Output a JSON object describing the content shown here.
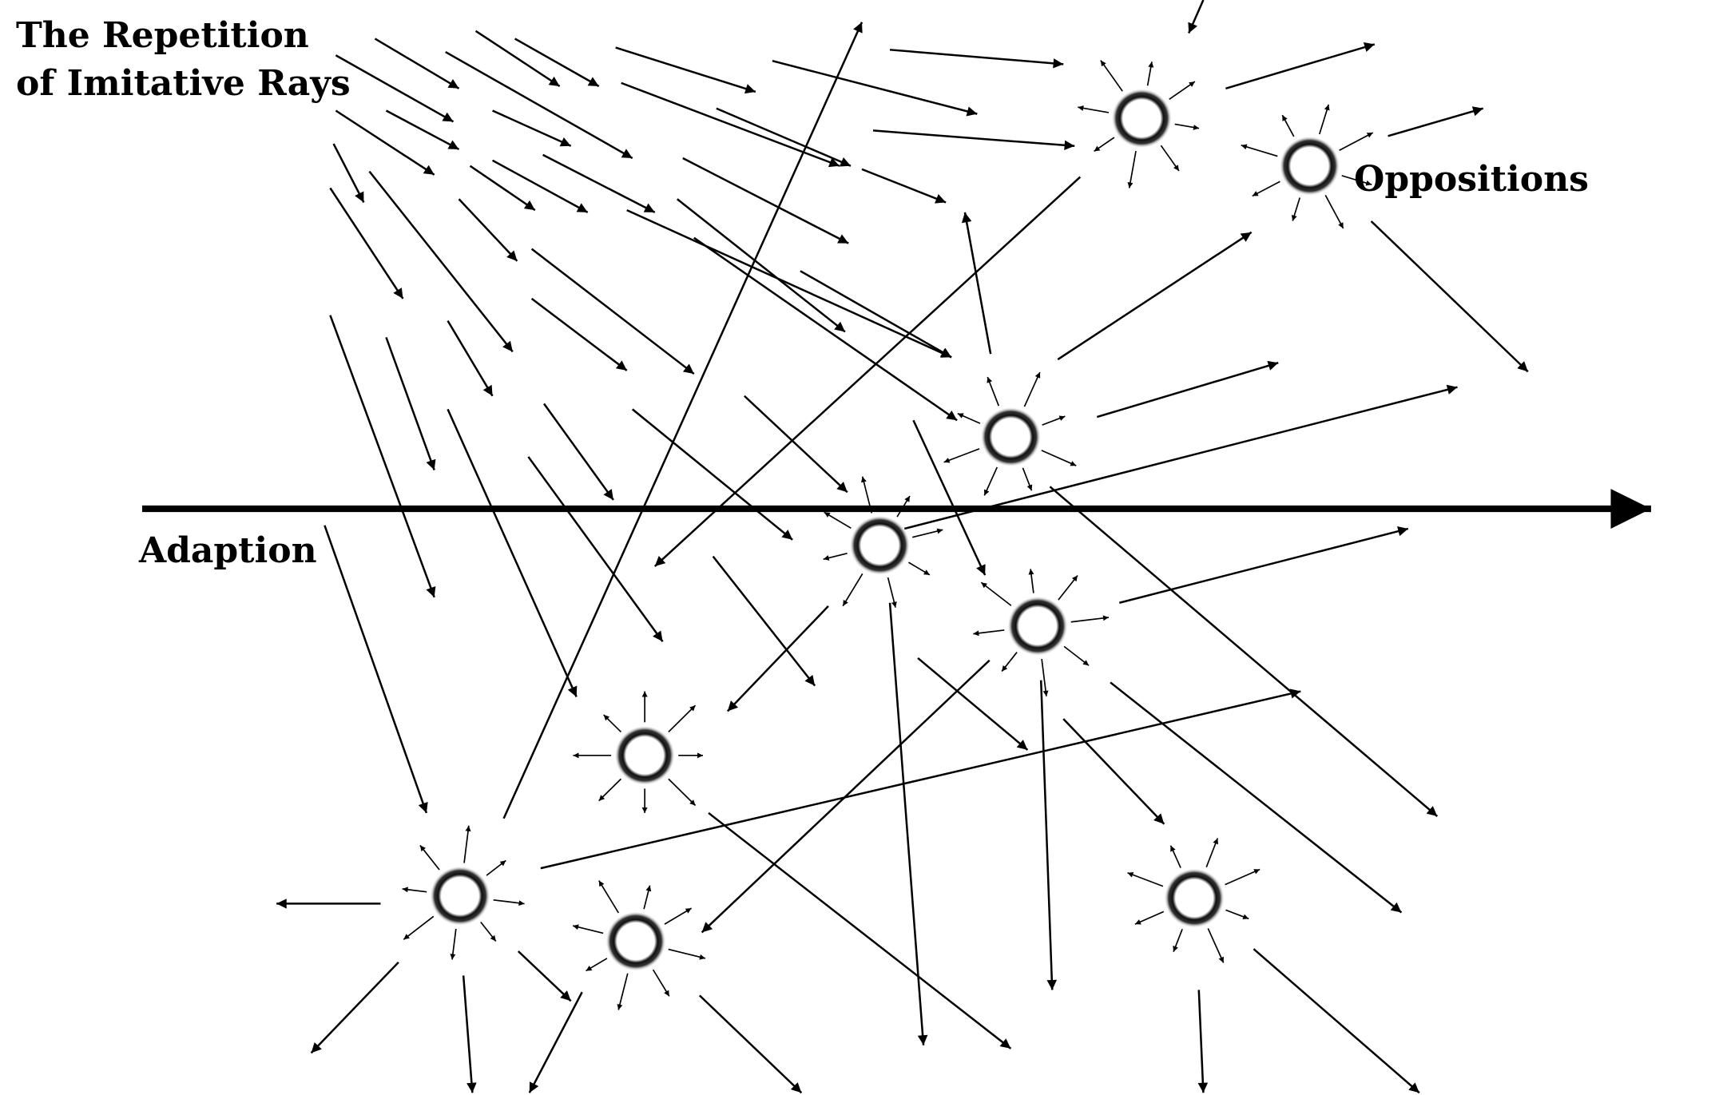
{
  "labels": {
    "title_line1": "The Repetition",
    "title_line2": "of Imitative Rays",
    "adaption": "Adaption",
    "oppositions": "Oppositions"
  },
  "colors": {
    "ink": "#000000",
    "background": "#ffffff"
  }
}
